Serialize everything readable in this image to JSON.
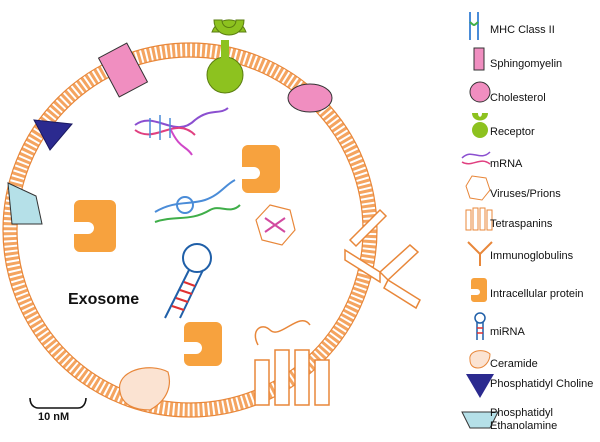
{
  "diagram": {
    "label": "Exosome",
    "scale_bar_label": "10 nM"
  },
  "colors": {
    "membrane": "#f4a460",
    "membrane_dark": "#e8873a",
    "sphingomyelin": "#f08ec0",
    "cholesterol": "#f08ec0",
    "receptor": "#8dc21f",
    "intracellular_protein": "#f7a23e",
    "phosphatidyl_choline": "#2b2a8f",
    "phosphatidyl_ethanolamine": "#b5e0e8",
    "ceramide": "#fbe3d2"
  },
  "legend": [
    {
      "icon": "mhc-class-ii-icon",
      "label": "MHC Class II"
    },
    {
      "icon": "sphingomyelin-icon",
      "label": "Sphingomyelin"
    },
    {
      "icon": "cholesterol-icon",
      "label": "Cholesterol"
    },
    {
      "icon": "receptor-icon",
      "label": "Receptor"
    },
    {
      "icon": "mrna-icon",
      "label": "mRNA"
    },
    {
      "icon": "virus-prion-icon",
      "label": "Viruses/Prions"
    },
    {
      "icon": "tetraspanin-icon",
      "label": "Tetraspanins"
    },
    {
      "icon": "immunoglobulin-icon",
      "label": "Immunoglobulins"
    },
    {
      "icon": "intracellular-protein-icon",
      "label": "Intracellular protein"
    },
    {
      "icon": "mirna-icon",
      "label": "miRNA"
    },
    {
      "icon": "ceramide-icon",
      "label": "Ceramide"
    },
    {
      "icon": "phosphatidyl-choline-icon",
      "label": "Phosphatidyl Choline"
    },
    {
      "icon": "phosphatidyl-ethanolamine-icon",
      "label": "Phosphatidyl Ethanolamine"
    }
  ]
}
